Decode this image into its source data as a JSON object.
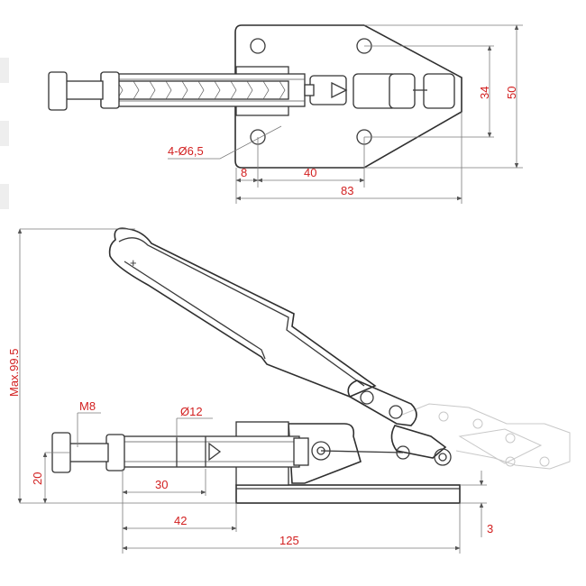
{
  "top_view": {
    "hole_label": "4-Ø6,5",
    "dim_8": "8",
    "dim_40": "40",
    "dim_83": "83",
    "dim_34": "34",
    "dim_50": "50"
  },
  "side_view": {
    "dim_max_height": "Max.99.5",
    "dim_thread": "M8",
    "dim_diameter": "Ø12",
    "dim_20": "20",
    "dim_30": "30",
    "dim_42": "42",
    "dim_125": "125",
    "dim_3": "3"
  },
  "colors": {
    "dimension_text": "#d21f1f",
    "label_text": "#333333",
    "line": "#3a3a3a"
  }
}
